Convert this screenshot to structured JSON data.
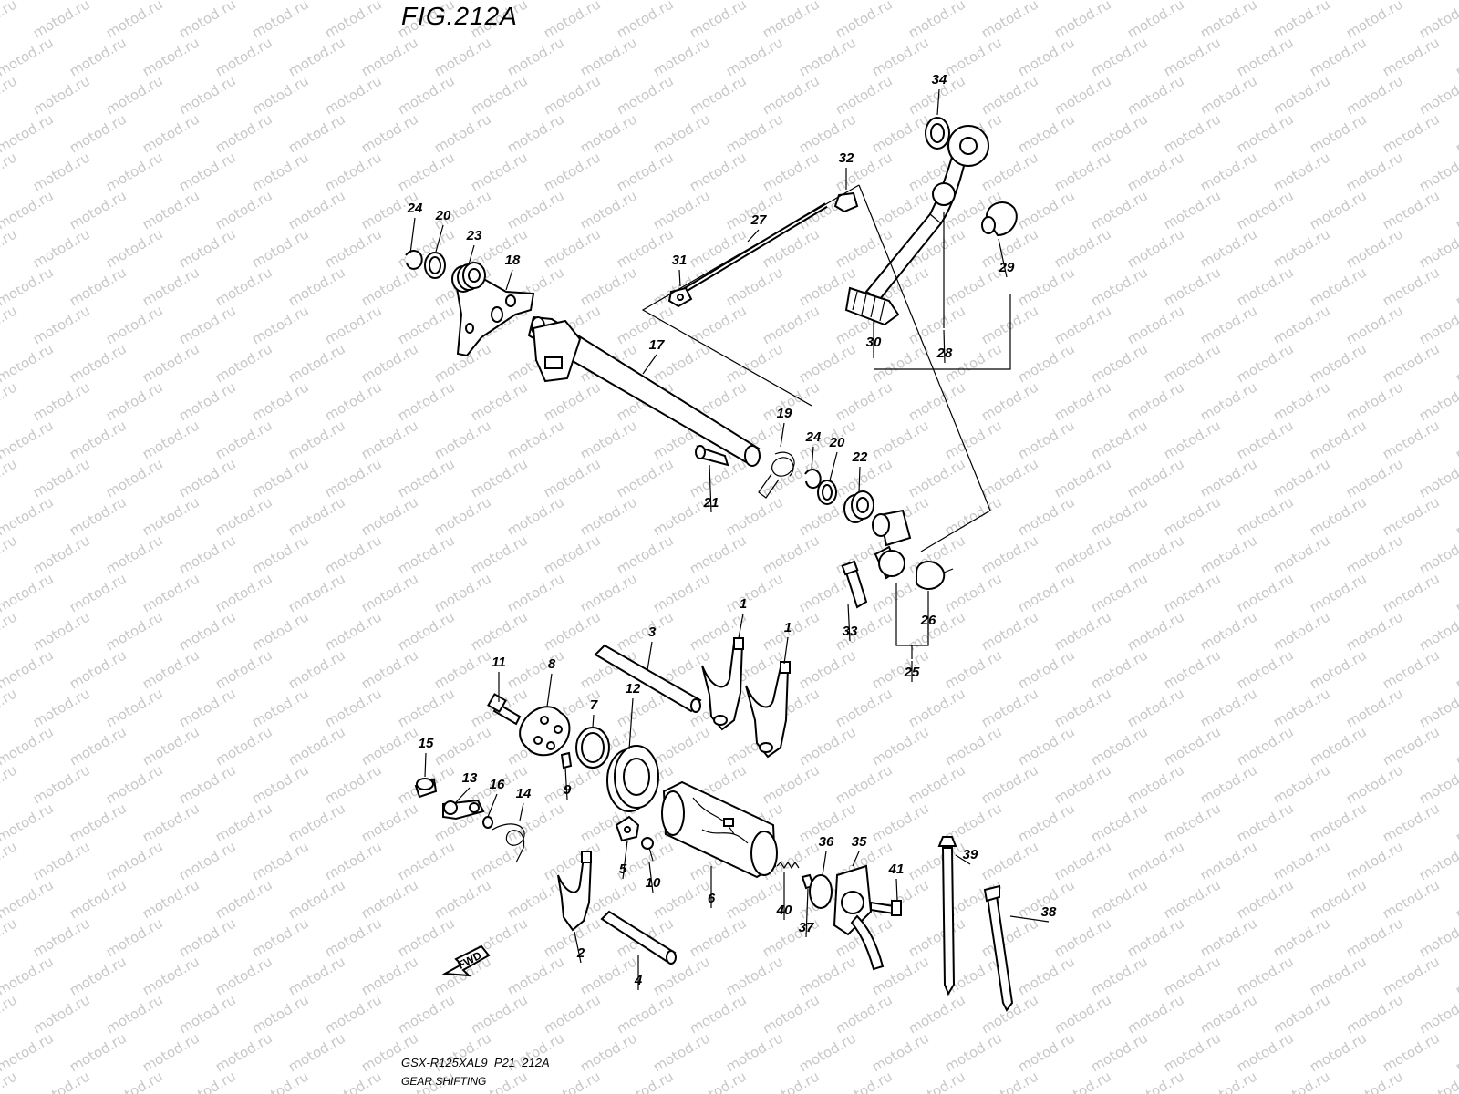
{
  "figure": {
    "title": "FIG.212A",
    "model_code": "GSX-R125XAL9_P21_212A",
    "section_name": "GEAR SHIFTING",
    "direction_label": "FWD",
    "watermark": "motod.ru"
  },
  "callouts": [
    {
      "id": "p34",
      "label": "34"
    },
    {
      "id": "p32",
      "label": "32"
    },
    {
      "id": "p27",
      "label": "27"
    },
    {
      "id": "p31",
      "label": "31"
    },
    {
      "id": "p29",
      "label": "29"
    },
    {
      "id": "p28",
      "label": "28"
    },
    {
      "id": "p30",
      "label": "30"
    },
    {
      "id": "p24a",
      "label": "24"
    },
    {
      "id": "p20a",
      "label": "20"
    },
    {
      "id": "p23",
      "label": "23"
    },
    {
      "id": "p18",
      "label": "18"
    },
    {
      "id": "p17",
      "label": "17"
    },
    {
      "id": "p19",
      "label": "19"
    },
    {
      "id": "p24b",
      "label": "24"
    },
    {
      "id": "p20b",
      "label": "20"
    },
    {
      "id": "p22",
      "label": "22"
    },
    {
      "id": "p21",
      "label": "21"
    },
    {
      "id": "p33",
      "label": "33"
    },
    {
      "id": "p26",
      "label": "26"
    },
    {
      "id": "p25",
      "label": "25"
    },
    {
      "id": "p3",
      "label": "3"
    },
    {
      "id": "p1a",
      "label": "1"
    },
    {
      "id": "p1b",
      "label": "1"
    },
    {
      "id": "p11",
      "label": "11"
    },
    {
      "id": "p8",
      "label": "8"
    },
    {
      "id": "p7",
      "label": "7"
    },
    {
      "id": "p12",
      "label": "12"
    },
    {
      "id": "p9",
      "label": "9"
    },
    {
      "id": "p15",
      "label": "15"
    },
    {
      "id": "p13",
      "label": "13"
    },
    {
      "id": "p16",
      "label": "16"
    },
    {
      "id": "p14",
      "label": "14"
    },
    {
      "id": "p5",
      "label": "5"
    },
    {
      "id": "p10",
      "label": "10"
    },
    {
      "id": "p6",
      "label": "6"
    },
    {
      "id": "p36",
      "label": "36"
    },
    {
      "id": "p35",
      "label": "35"
    },
    {
      "id": "p41",
      "label": "41"
    },
    {
      "id": "p39",
      "label": "39"
    },
    {
      "id": "p38",
      "label": "38"
    },
    {
      "id": "p40",
      "label": "40"
    },
    {
      "id": "p37",
      "label": "37"
    },
    {
      "id": "p2",
      "label": "2"
    },
    {
      "id": "p4",
      "label": "4"
    }
  ]
}
